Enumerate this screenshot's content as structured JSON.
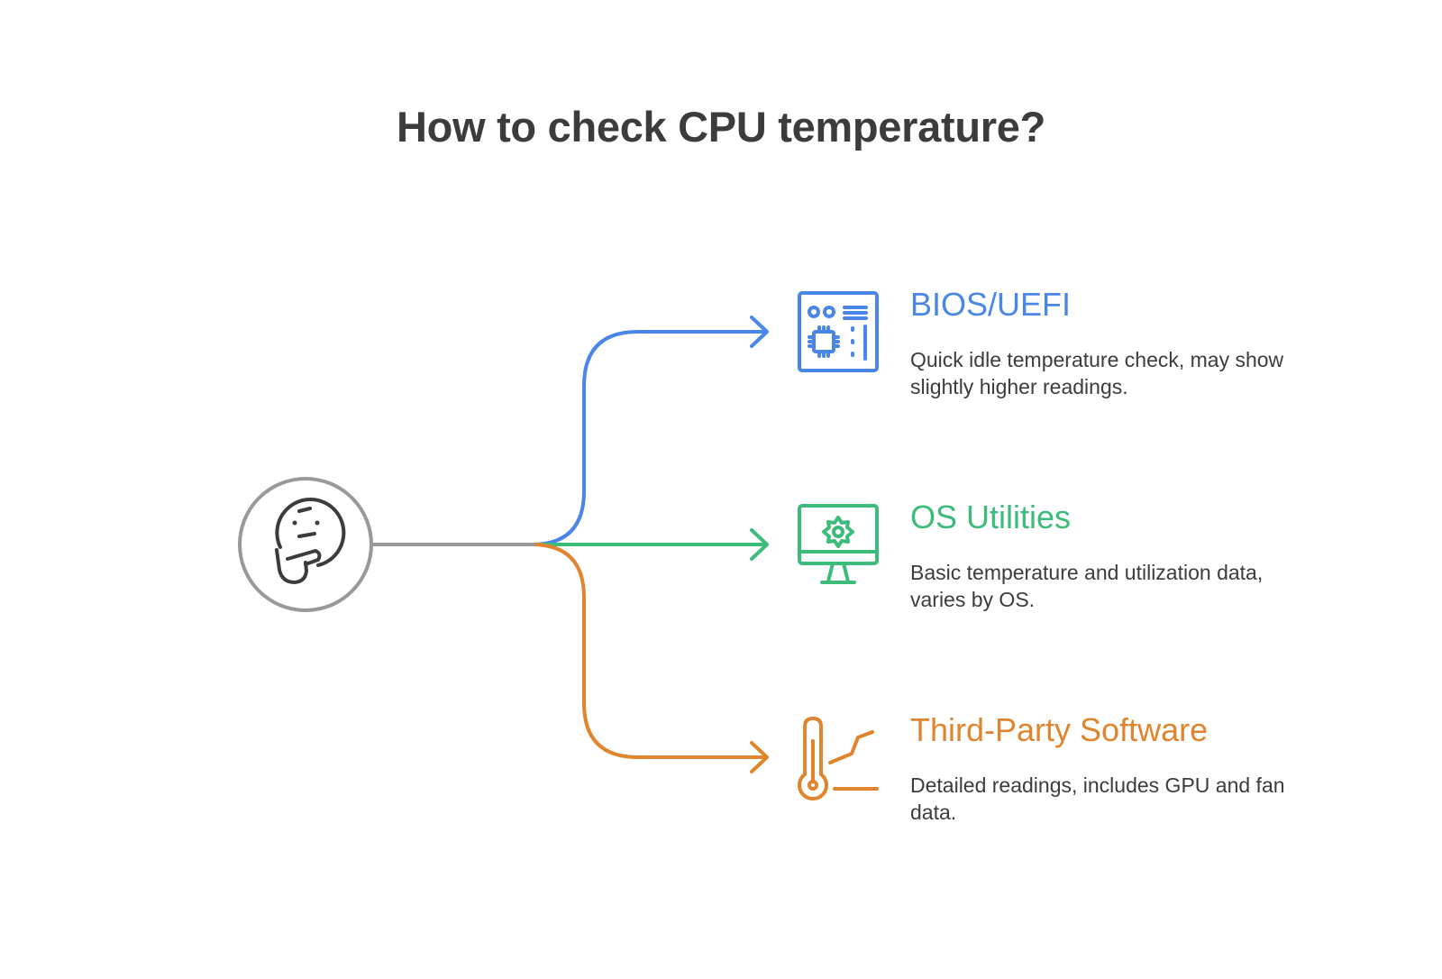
{
  "title": "How to check CPU temperature?",
  "root": {
    "icon": "thinking-face-icon",
    "color": "#999999"
  },
  "branches": [
    {
      "title": "BIOS/UEFI",
      "description": "Quick idle temperature check, may show slightly higher readings.",
      "icon": "motherboard-chip-icon",
      "color": "#4a86e8"
    },
    {
      "title": "OS Utilities",
      "description": "Basic temperature and utilization data, varies by OS.",
      "icon": "monitor-gear-icon",
      "color": "#3dbb7a"
    },
    {
      "title": "Third-Party Software",
      "description": "Detailed readings, includes GPU and fan data.",
      "icon": "thermometer-graph-icon",
      "color": "#e0852e"
    }
  ]
}
